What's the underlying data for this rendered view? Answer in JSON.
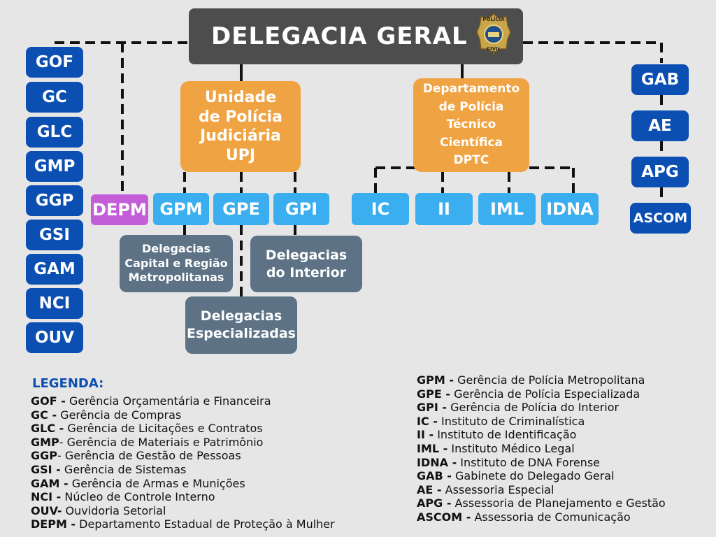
{
  "title": "DELEGACIA GERAL",
  "badge": {
    "top": "POLÍCIA",
    "bottom": "CIVIL",
    "tiny": "PI"
  },
  "left_column": [
    "GOF",
    "GC",
    "GLC",
    "GMP",
    "GGP",
    "GSI",
    "GAM",
    "NCI",
    "OUV"
  ],
  "right_column": [
    "GAB",
    "AE",
    "APG",
    "ASCOM"
  ],
  "upj": [
    "Unidade",
    "de Polícia",
    "Judiciária",
    "UPJ"
  ],
  "dptc": [
    "Departamento",
    "de Polícia",
    "Técnico",
    "Científica",
    "DPTC"
  ],
  "depm": "DEPM",
  "upj_children": [
    "GPM",
    "GPE",
    "GPI"
  ],
  "dptc_children": [
    "IC",
    "II",
    "IML",
    "IDNA"
  ],
  "delegacias": {
    "capital": [
      "Delegacias",
      "Capital e Região",
      "Metropolitanas"
    ],
    "interior": [
      "Delegacias",
      "do Interior"
    ],
    "especializadas": [
      "Delegacias",
      "Especializadas"
    ]
  },
  "legend": {
    "title": "LEGENDA:",
    "left": [
      {
        "code": "GOF -",
        "desc": " Gerência Orçamentária e Financeira"
      },
      {
        "code": "GC -",
        "desc": " Gerência de Compras"
      },
      {
        "code": "GLC -",
        "desc": " Gerência de Licitações e Contratos"
      },
      {
        "code": "GMP",
        "desc": "- Gerência de Materiais e Patrimônio"
      },
      {
        "code": "GGP",
        "desc": "- Gerência de Gestão de Pessoas"
      },
      {
        "code": "GSI -",
        "desc": " Gerência de Sistemas"
      },
      {
        "code": "GAM -",
        "desc": " Gerência de Armas e Munições"
      },
      {
        "code": "NCI -",
        "desc": " Núcleo de Controle Interno"
      },
      {
        "code": "OUV-",
        "desc": " Ouvidoria Setorial"
      },
      {
        "code": "DEPM -",
        "desc": " Departamento Estadual de Proteção à Mulher"
      }
    ],
    "right": [
      {
        "code": "GPM -",
        "desc": " Gerência de Polícia Metropolitana"
      },
      {
        "code": "GPE -",
        "desc": " Gerência de Polícia Especializada"
      },
      {
        "code": "GPI -",
        "desc": " Gerência de Polícia do Interior"
      },
      {
        "code": "IC -",
        "desc": " Instituto de Criminalística"
      },
      {
        "code": "II -",
        "desc": " Instituto de Identificação"
      },
      {
        "code": "IML -",
        "desc": " Instituto Médico Legal"
      },
      {
        "code": "IDNA -",
        "desc": " Instituto de DNA Forense"
      },
      {
        "code": "GAB -",
        "desc": "  Gabinete do Delegado Geral"
      },
      {
        "code": "AE  -",
        "desc": " Assessoria Especial"
      },
      {
        "code": "APG -",
        "desc": " Assessoria de Planejamento e Gestão"
      },
      {
        "code": "ASCOM -",
        "desc": " Assessoria de Comunicação"
      }
    ]
  },
  "colors": {
    "blue": "#0b4fb3",
    "light_blue": "#3aaeef",
    "orange": "#f0a342",
    "slate": "#5d7285",
    "purple": "#c45ed8",
    "title_bg": "#4d4d4d"
  }
}
